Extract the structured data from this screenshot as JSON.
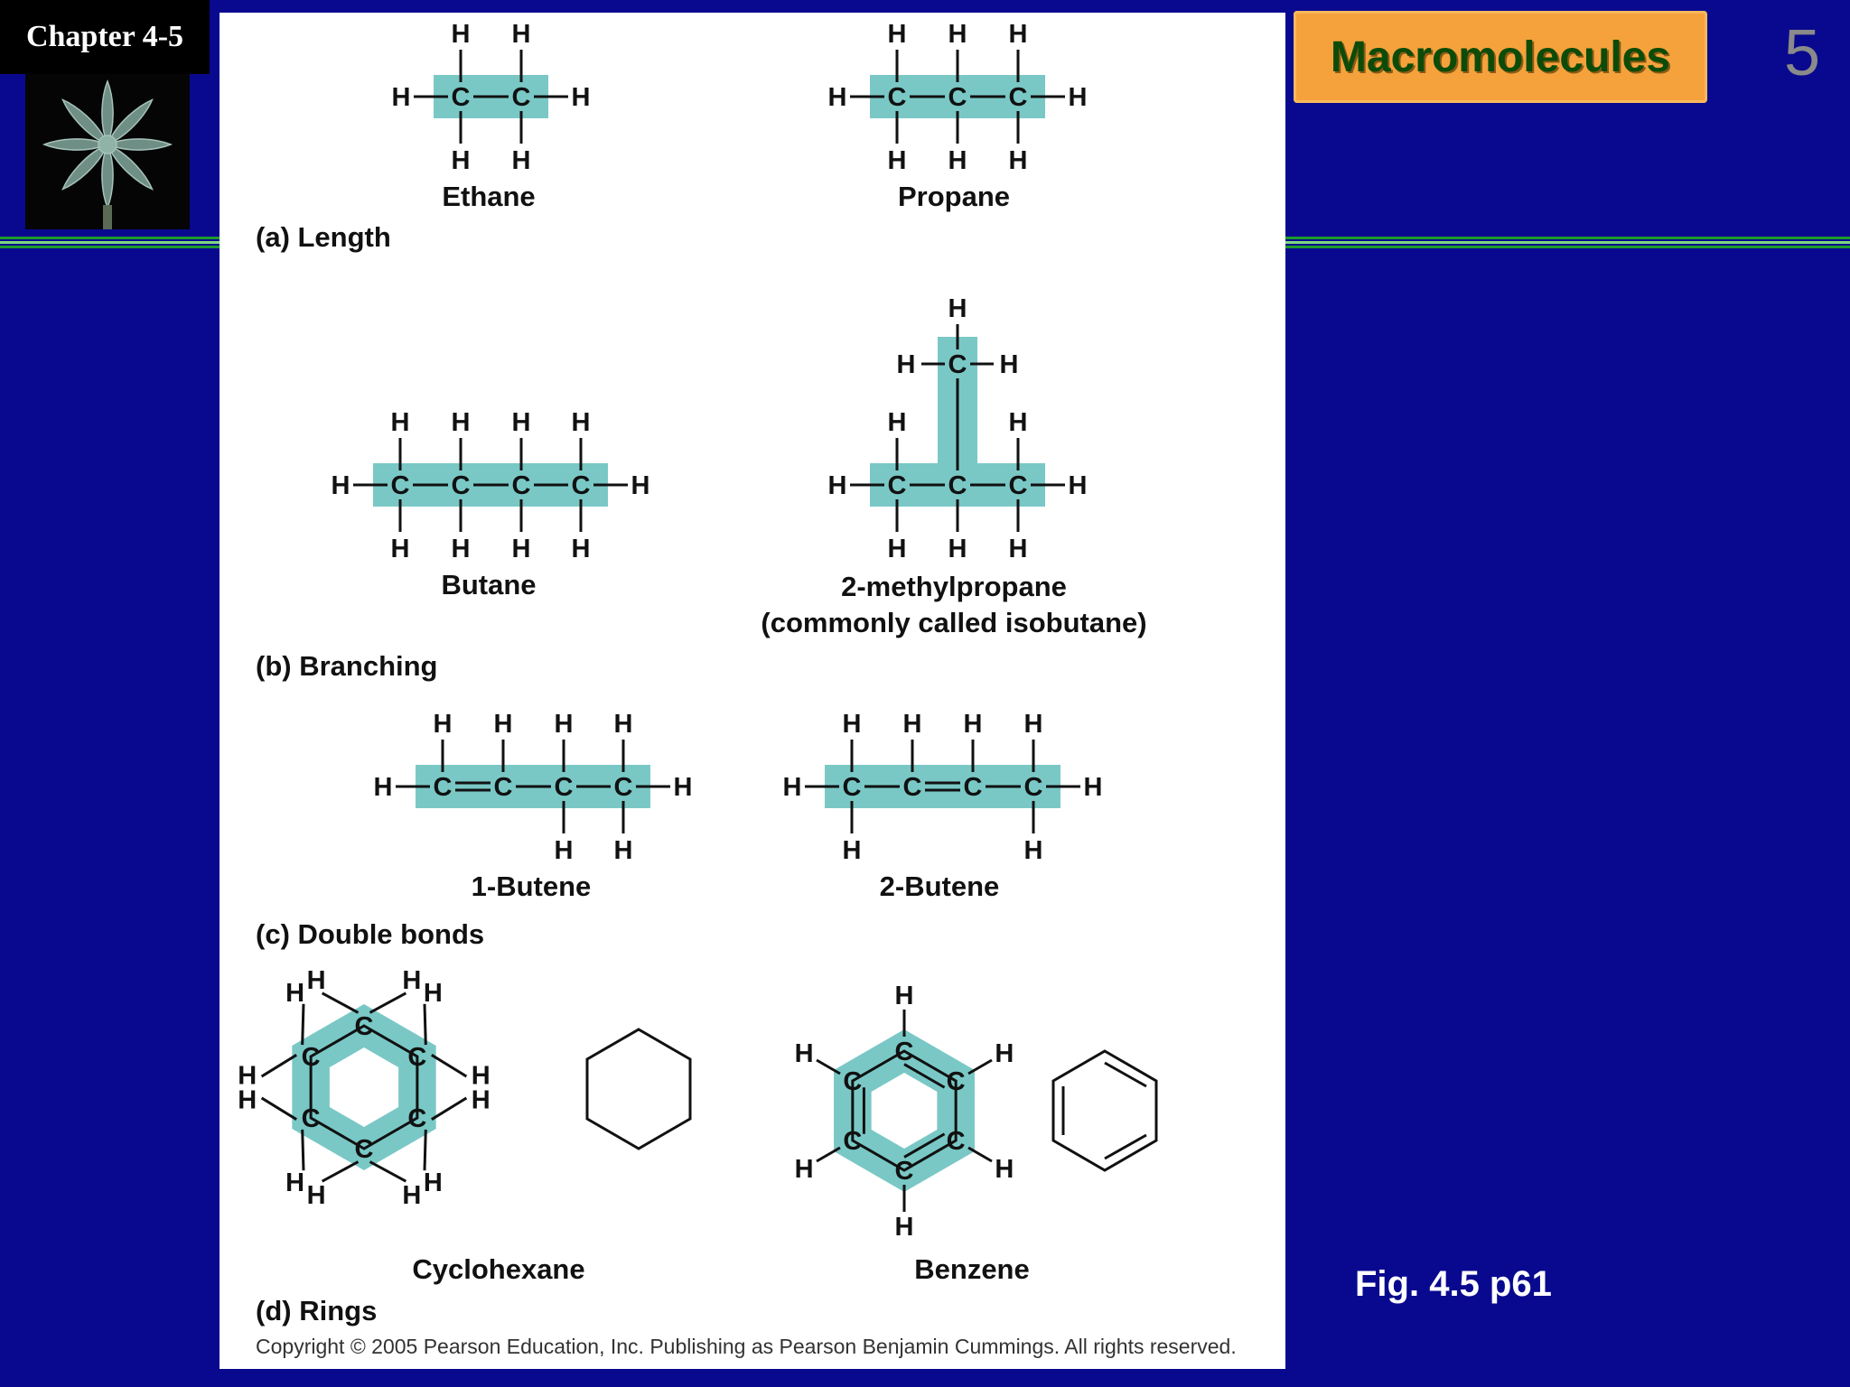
{
  "slide": {
    "chapter_label": "Chapter 4-5",
    "title": "Macromolecules",
    "slide_number": "5",
    "figure_reference": "Fig. 4.5 p61"
  },
  "figure": {
    "atom_carbon": "C",
    "atom_hydrogen": "H",
    "sections": {
      "length": "(a) Length",
      "branching": "(b) Branching",
      "double_bonds": "(c) Double bonds",
      "rings": "(d) Rings"
    },
    "molecules": {
      "ethane": "Ethane",
      "propane": "Propane",
      "butane": "Butane",
      "methylpropane": "2-methylpropane",
      "methylpropane_note": "(commonly called isobutane)",
      "butene1": "1-Butene",
      "butene2": "2-Butene",
      "cyclohexane": "Cyclohexane",
      "benzene": "Benzene"
    },
    "copyright": "Copyright © 2005 Pearson Education, Inc. Publishing as Pearson Benjamin Cummings. All rights reserved."
  },
  "colors": {
    "background": "#09098f",
    "highlight": "#79c8c6",
    "banner": "#f5a23c",
    "banner_text": "#0c4b08",
    "rule_green": "#1e9a2c"
  }
}
